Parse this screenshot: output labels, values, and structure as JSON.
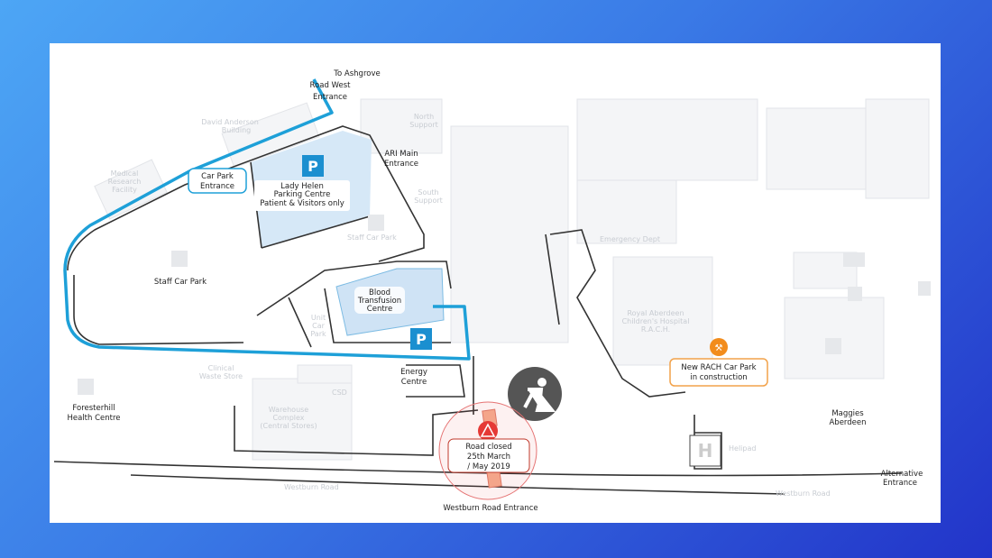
{
  "colors": {
    "route": "#1ea0d8",
    "parking": "#1b8fd0",
    "parking_area": "#d6e8f7",
    "closure": "#e53935",
    "construction": "#f28c1c",
    "worker_icon_bg": "#555555"
  },
  "labels": {
    "ashgrove": [
      "To Ashgrove",
      "Road West",
      "Entrance"
    ],
    "car_park_entrance": [
      "Car Park",
      "Entrance"
    ],
    "lady_helen": [
      "Lady Helen",
      "Parking Centre",
      "Patient & Visitors only"
    ],
    "ari_main": [
      "ARI Main",
      "Entrance"
    ],
    "staff_car_park": "Staff Car Park",
    "blood": [
      "Blood",
      "Transfusion",
      "Centre"
    ],
    "energy": [
      "Energy",
      "Centre"
    ],
    "foresterhill": [
      "Foresterhill",
      "Health Centre"
    ],
    "road_closed": [
      "Road closed",
      "25th March",
      "/ May 2019"
    ],
    "new_rach": [
      "New RACH Car Park",
      "in construction"
    ],
    "maggies": [
      "Maggies",
      "Aberdeen"
    ],
    "alternative": [
      "Alternative",
      "Entrance"
    ],
    "westburn_entrance": "Westburn Road Entrance"
  },
  "faint_labels": {
    "david_anderson": [
      "David Anderson",
      "Building"
    ],
    "medical_research": [
      "Medical",
      "Research",
      "Facility"
    ],
    "north_support": [
      "North",
      "Support"
    ],
    "south_support": [
      "South",
      "Support"
    ],
    "staff_car_park_small": "Staff Car Park",
    "unit_car_park": [
      "Unit",
      "Car",
      "Park"
    ],
    "clinical_waste": [
      "Clinical",
      "Waste Store"
    ],
    "csd": "CSD",
    "warehouse": [
      "Warehouse",
      "Complex",
      "(Central Stores)"
    ],
    "emergency": "Emergency Dept",
    "rach": [
      "Royal Aberdeen",
      "Children's Hospital",
      "R.A.C.H."
    ],
    "helipad": "Helipad",
    "westburn_road": "Westburn Road"
  },
  "icons": {
    "parking": "P",
    "helipad": "H",
    "warning": "warning-triangle-icon",
    "worker": "roadworks-icon"
  }
}
